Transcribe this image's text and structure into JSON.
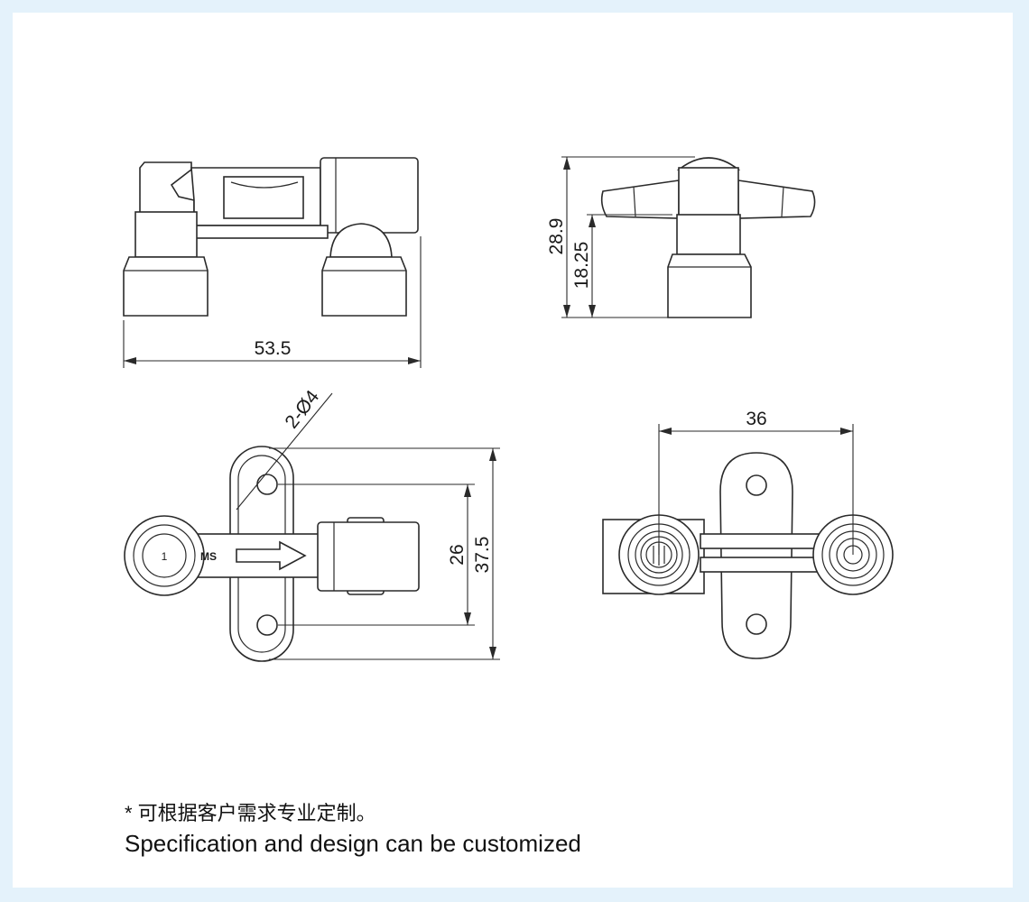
{
  "dimensions": {
    "width_label": "53.5",
    "height_total_label": "28.9",
    "height_base_label": "18.25",
    "hole_label": "2-Ø4",
    "hole_spacing_label": "26",
    "plate_length_label": "37.5",
    "port_spacing_label": "36"
  },
  "markings": {
    "port_number": "1",
    "material_mark": "MS"
  },
  "notes": {
    "chinese": "* 可根据客户需求专业定制。",
    "english": "Specification and design can be customized"
  },
  "colors": {
    "border_background": "#e4f2fb",
    "panel_background": "#ffffff",
    "line": "#2a2a2a"
  }
}
